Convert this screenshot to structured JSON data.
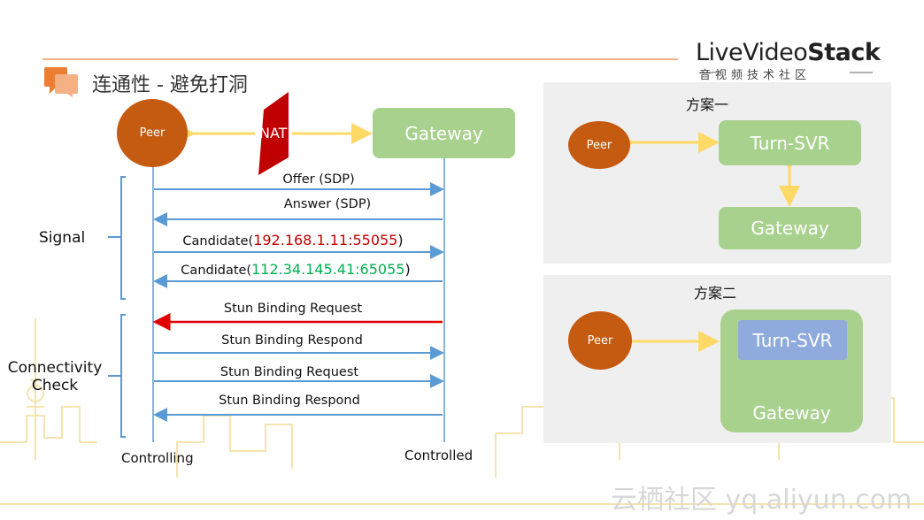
{
  "title": "连通性 - 避免打洞",
  "brand": {
    "main_light": "LiveVideo",
    "main_bold": "Stack",
    "sub": "音视频技术社区"
  },
  "left_diagram": {
    "peer_label": "Peer",
    "nat_label": "NAT",
    "gateway_label": "Gateway",
    "messages": [
      {
        "label": "Offer (SDP)"
      },
      {
        "label": "Answer (SDP)"
      },
      {
        "label_prefix": "Candidate(",
        "label_value": "192.168.1.11:55055",
        "label_suffix": ")"
      },
      {
        "label_prefix": "Candidate(",
        "label_value": "112.34.145.41:65055",
        "label_suffix": ")"
      },
      {
        "label": "Stun Binding Request"
      },
      {
        "label": "Stun Binding Respond"
      },
      {
        "label": "Stun Binding Request"
      },
      {
        "label": "Stun Binding Respond"
      }
    ],
    "group_signal": "Signal",
    "group_check_line1": "Connectivity",
    "group_check_line2": "Check",
    "left_footer": "Controlling",
    "right_footer": "Controlled"
  },
  "scheme1": {
    "title": "方案一",
    "peer_label": "Peer",
    "turn_label": "Turn-SVR",
    "gateway_label": "Gateway"
  },
  "scheme2": {
    "title": "方案二",
    "peer_label": "Peer",
    "turn_label": "Turn-SVR",
    "gateway_label": "Gateway"
  },
  "watermark": "云栖社区 yq.aliyun.com",
  "colors": {
    "peer": "#c55a11",
    "gateway": "#a9d18e",
    "turn_inner": "#8faadc",
    "arrow_blue": "#5b9bd5",
    "arrow_red": "#e00000",
    "link_yellow": "#ffd966",
    "nat": "#c00000",
    "brace": "#5b9bd5",
    "title_icon": "#f4b183"
  }
}
